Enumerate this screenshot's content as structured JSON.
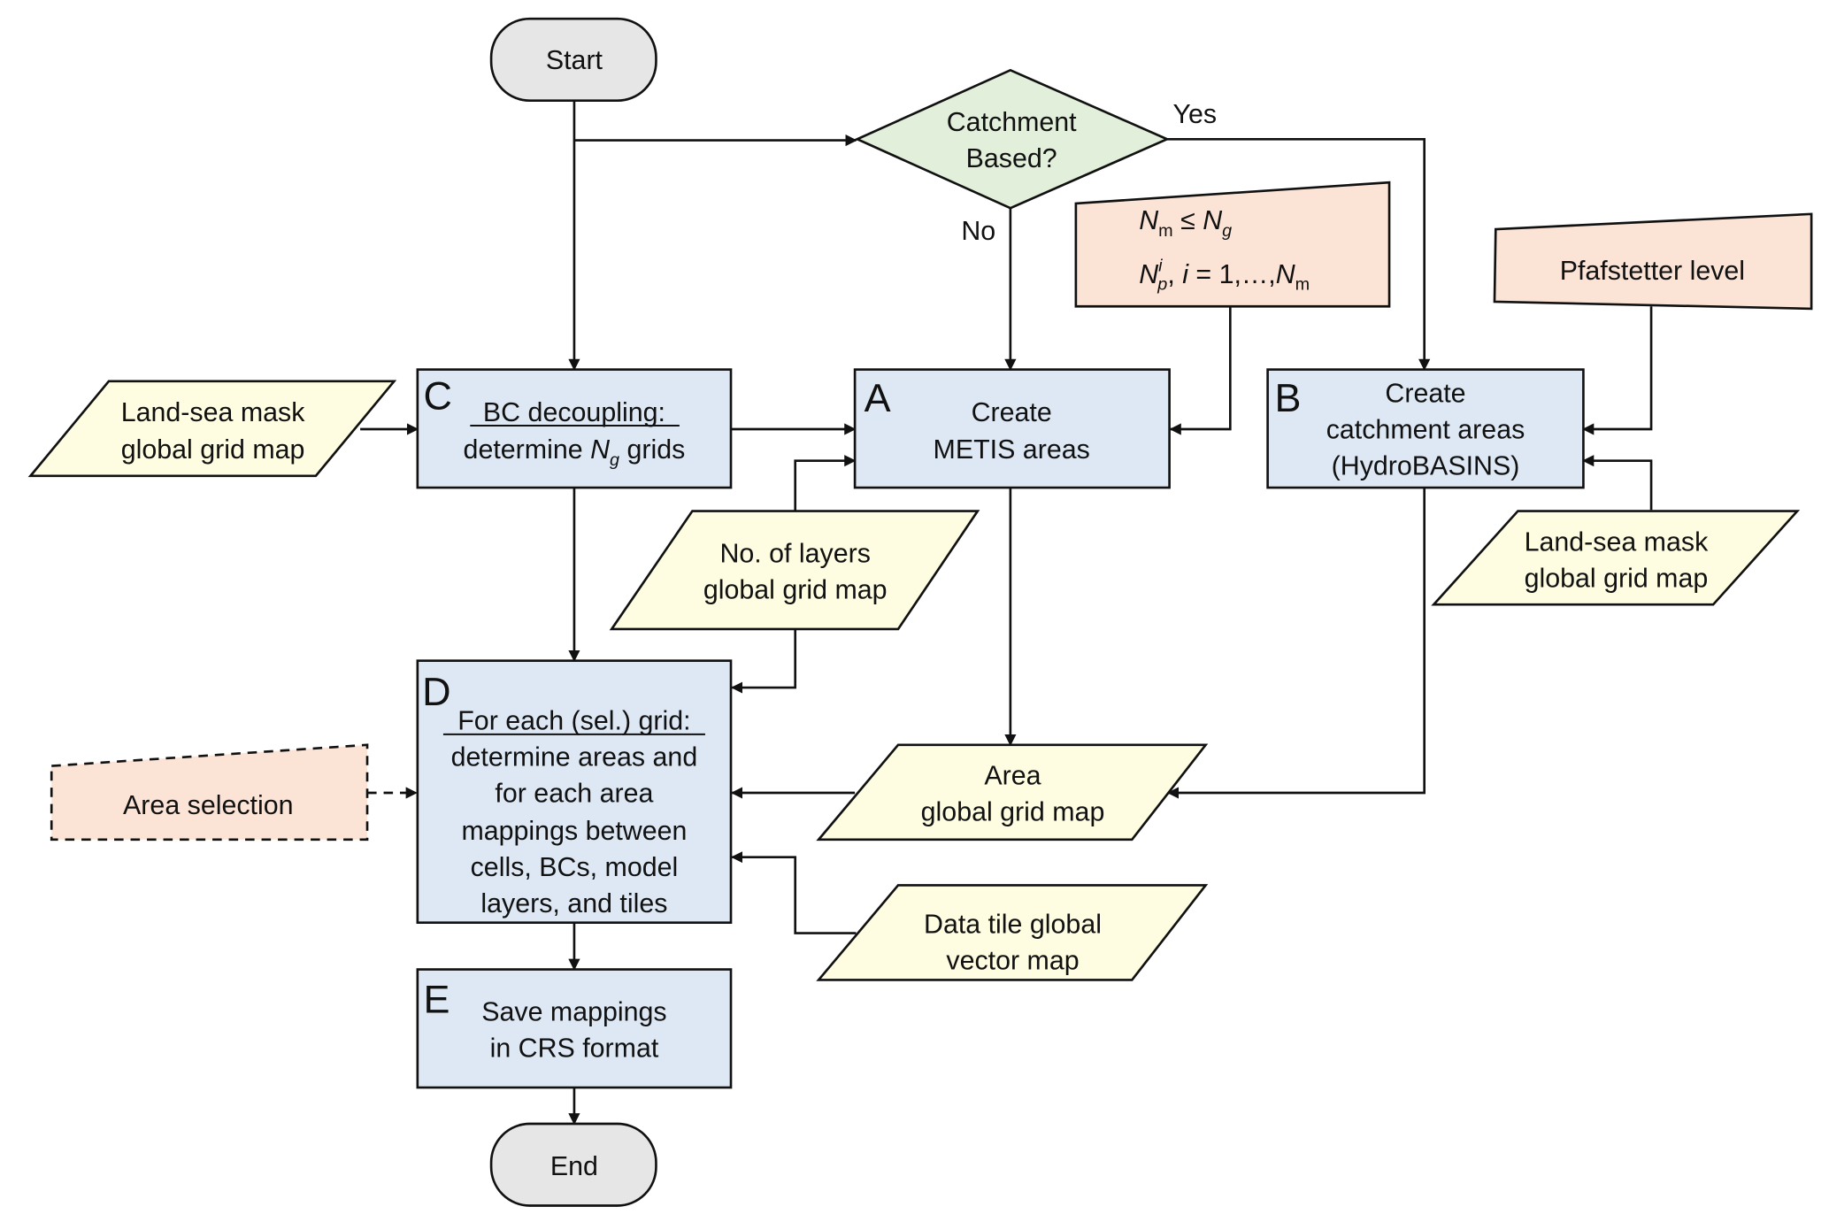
{
  "title": "Flowchart: mapping of grids, areas and tiles",
  "colors": {
    "terminal": "#e6e6e6",
    "decision": "#e2efda",
    "process": "#dde8f4",
    "data": "#fefde2",
    "manual_input": "#fbe4d6",
    "line": "#111111"
  },
  "nodes": {
    "start": {
      "text": "Start"
    },
    "end": {
      "text": "End"
    },
    "decision": {
      "line1": "Catchment",
      "line2": "Based?",
      "yes": "Yes",
      "no": "No"
    },
    "process_c": {
      "letter": "C",
      "line1": "BC decoupling:",
      "line2_pre": "determine ",
      "line2_var": "N",
      "line2_sub": "g",
      "line2_post": " grids"
    },
    "process_a": {
      "letter": "A",
      "line1": "Create",
      "line2": "METIS areas"
    },
    "process_b": {
      "letter": "B",
      "line1": "Create",
      "line2": "catchment areas",
      "line3": "(HydroBASINS)"
    },
    "process_d": {
      "letter": "D",
      "lines": [
        "For each (sel.) grid:",
        "determine areas and",
        "for each area",
        "mappings between",
        "cells, BCs, model",
        "layers, and tiles"
      ]
    },
    "process_e": {
      "letter": "E",
      "line1": "Save mappings",
      "line2": "in CRS format"
    },
    "input_metis": {
      "eq1": "N_m ≤ N_g",
      "eq2": "N_p^i, i = 1,…,N_m"
    },
    "input_pfaf": {
      "text": "Pfafstetter level"
    },
    "input_area_sel": {
      "text": "Area selection"
    },
    "data_landsea_left": {
      "line1": "Land-sea mask",
      "line2": "global grid map"
    },
    "data_landsea_right": {
      "line1": "Land-sea mask",
      "line2": "global grid map"
    },
    "data_layers": {
      "line1": "No. of layers",
      "line2": "global grid map"
    },
    "data_area": {
      "line1": "Area",
      "line2": "global grid map"
    },
    "data_tile": {
      "line1": "Data tile global",
      "line2": "vector map"
    }
  }
}
